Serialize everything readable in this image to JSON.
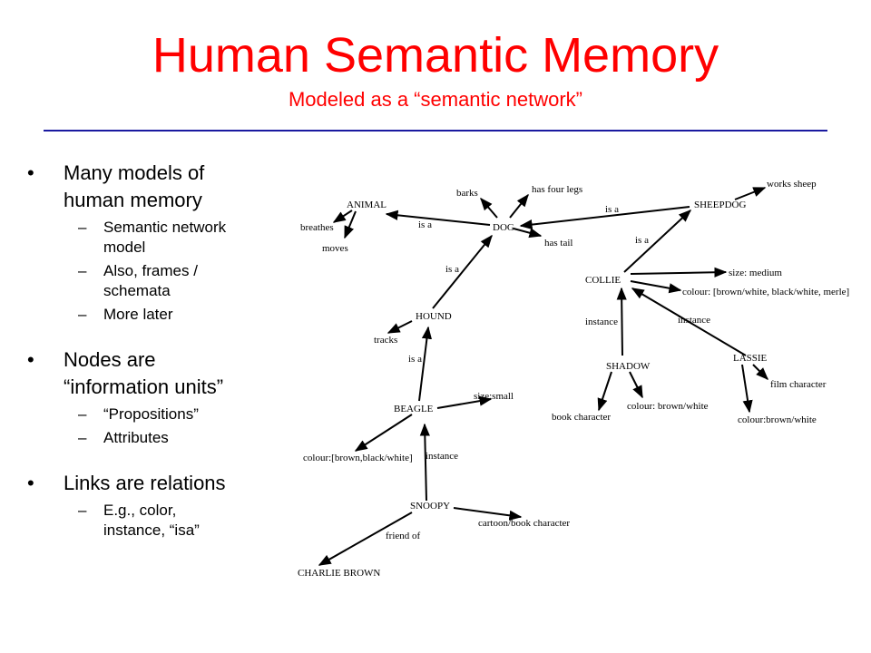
{
  "slide": {
    "title": "Human Semantic Memory",
    "subtitle": "Modeled as a “semantic network”",
    "title_color": "#ff0000",
    "rule_color": "#1a1aa0"
  },
  "bullets": [
    {
      "text": "Many models of human memory",
      "line1": "Many models of",
      "line2": "human memory",
      "subs": [
        {
          "line1": "Semantic network",
          "line2": "model"
        },
        {
          "line1": "Also, frames /",
          "line2": "schemata"
        },
        {
          "line1": "More later",
          "line2": ""
        }
      ]
    },
    {
      "line1": "Nodes are",
      "line2": "“information units”",
      "subs": [
        {
          "line1": "“Propositions”",
          "line2": ""
        },
        {
          "line1": "Attributes",
          "line2": ""
        }
      ]
    },
    {
      "line1": "Links are relations",
      "line2": "",
      "subs": [
        {
          "line1": "E.g., color,",
          "line2": "instance, “isa”"
        }
      ]
    }
  ],
  "bullet_symbol": "•",
  "dash_symbol": "–",
  "network": {
    "nodes": {
      "animal": "ANIMAL",
      "breathes": "breathes",
      "moves": "moves",
      "dog": "DOG",
      "barks": "barks",
      "has_four_legs": "has four legs",
      "has_tail": "has tail",
      "sheepdog": "SHEEPDOG",
      "works_sheep": "works sheep",
      "collie": "COLLIE",
      "size_medium": "size: medium",
      "colour_collie": "colour: [brown/white, black/white, merle]",
      "hound": "HOUND",
      "tracks": "tracks",
      "beagle": "BEAGLE",
      "size_small": "size:small",
      "colour_beagle": "colour:[brown,black/white]",
      "shadow": "SHADOW",
      "book_character": "book character",
      "colour_shadow": "colour: brown/white",
      "lassie": "LASSIE",
      "film_character": "film character",
      "colour_lassie": "colour:brown/white",
      "snoopy": "SNOOPY",
      "cartoon": "cartoon/book character",
      "charlie": "CHARLIE BROWN"
    },
    "links": {
      "dog_animal": "is a",
      "sheepdog_dog": "is a",
      "collie_sheepdog": "is a",
      "hound_dog": "is a",
      "beagle_hound": "is a",
      "shadow_collie": "instance",
      "lassie_collie": "instance",
      "snoopy_beagle": "instance",
      "snoopy_charlie": "friend of"
    }
  }
}
